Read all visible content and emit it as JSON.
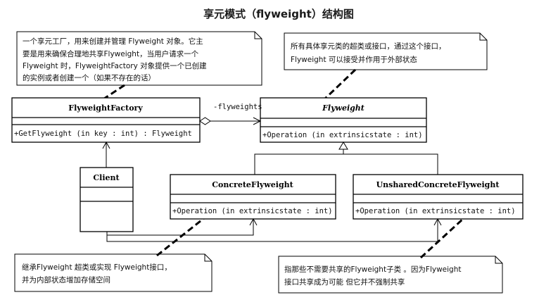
{
  "title": "享元模式（flyweight）结构图",
  "notes": {
    "factory": [
      "一个享元工厂，用来创建并管理 Flyweight 对象。它主",
      "要是用来确保合理地共享Flyweight，当用户请求一个",
      "Flyweight 时，FlyweightFactory 对象提供一个已创建",
      "的实例或者创建一个（如果不存在的话）"
    ],
    "flyweight": [
      "所有具体享元类的超类或接口，通过这个接口，",
      "Flyweight 可以接受并作用于外部状态"
    ],
    "concrete": [
      "继承Flyweight 超类或实现 Flyweight接口，",
      "并为内部状态增加存储空间"
    ],
    "unshared": [
      "指那些不需要共享的Flyweight子类 。因为Flyweight",
      "接口共享成为可能  但它并不强制共享"
    ]
  },
  "classes": {
    "factory": {
      "name": "FlyweightFactory",
      "operation": "+GetFlyweight (in key  : int) : Flyweight"
    },
    "flyweight": {
      "name": "Flyweight",
      "operation": "+Operation (in extrinsicstate  : int)"
    },
    "client": {
      "name": "Client"
    },
    "concrete": {
      "name": "ConcreteFlyweight",
      "operation": "+Operation (in extrinsicstate  : int)"
    },
    "unshared": {
      "name": "UnsharedConcreteFlyweight",
      "operation": "+Operation (in extrinsicstate  : int)"
    }
  },
  "association_label": "-flyweights"
}
